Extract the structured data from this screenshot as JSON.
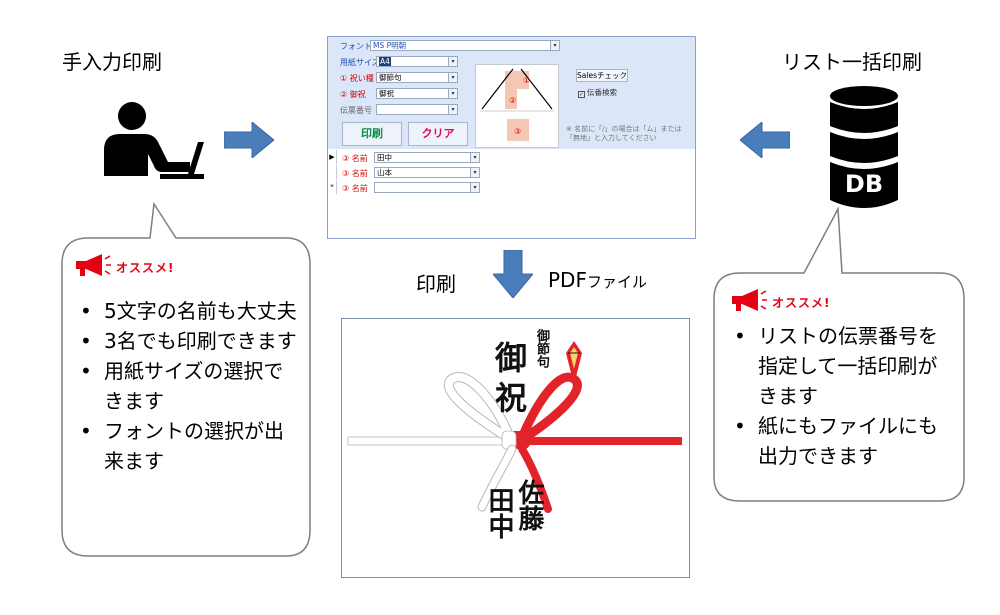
{
  "left": {
    "heading": "手入力印刷",
    "badge": "オススメ!",
    "bullets": [
      "5文字の名前も大丈夫",
      "3名でも印刷できます",
      "用紙サイズの選択できます",
      "フォントの選択が出来ます"
    ]
  },
  "right": {
    "heading": "リスト一括印刷",
    "db_label": "DB",
    "badge": "オススメ!",
    "bullets": [
      "リストの伝票番号を指定して一括印刷がきます",
      "紙にもファイルにも出力できます"
    ]
  },
  "center": {
    "label_print": "印刷",
    "label_pdf_prefix": "PDF",
    "label_pdf_suffix": "ファイル"
  },
  "app": {
    "font_label": "フォント",
    "font_value": "MS P明朝",
    "paper_label": "用紙サイズ",
    "paper_value": "A4",
    "type_label": "① 祝い種",
    "type_value": "御節句",
    "gift_label": "② 御祝",
    "gift_value": "御祝",
    "slip_label": "伝票番号",
    "slip_value": "",
    "print_button": "印刷",
    "clear_button": "クリア",
    "sales_button": "Salesチェック",
    "check_label": "伝番検索",
    "note_line1": "※ 名前に「/」の場合は「ム」または",
    "note_line2": "「無地」と入力してください",
    "preview_marks": [
      "①",
      "②",
      "③"
    ],
    "rows": [
      {
        "marker": "▶",
        "label": "③ 名前",
        "value": "田中"
      },
      {
        "marker": "",
        "label": "③ 名前",
        "value": "山本"
      },
      {
        "marker": "*",
        "label": "③ 名前",
        "value": ""
      }
    ]
  },
  "print_output": {
    "small_title": "御節句",
    "main_title_1": "御",
    "main_title_2": "祝",
    "name_1": "佐藤",
    "name_2": "田中"
  },
  "colors": {
    "arrow_blue": "#4a7ebb",
    "recommend_red": "#e60012",
    "mizuhiki_red": "#e2232a",
    "bubble_border": "#7f7f7f"
  }
}
